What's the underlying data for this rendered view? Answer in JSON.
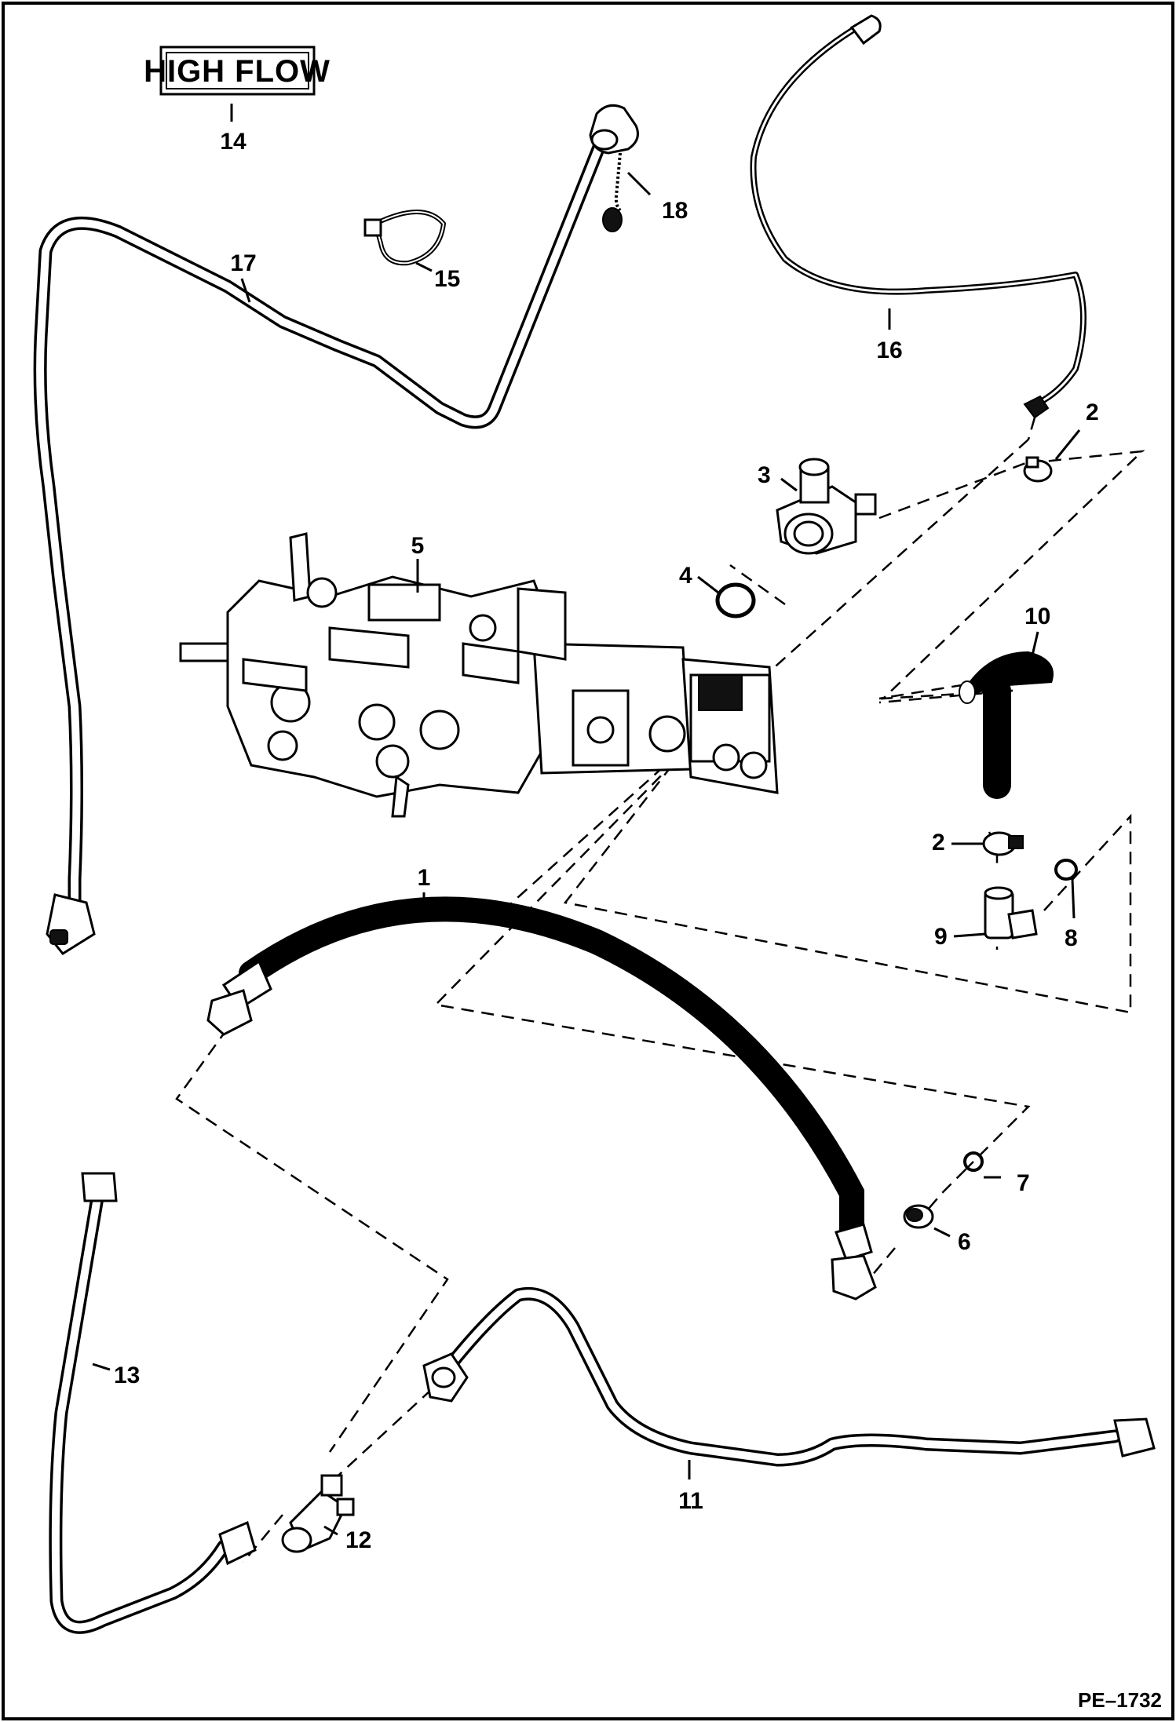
{
  "badge": {
    "text": "HIGH FLOW"
  },
  "figure_id": "PE–1732",
  "callouts": [
    {
      "id": "1",
      "label": "1"
    },
    {
      "id": "2a",
      "label": "2"
    },
    {
      "id": "2b",
      "label": "2"
    },
    {
      "id": "3",
      "label": "3"
    },
    {
      "id": "4",
      "label": "4"
    },
    {
      "id": "5",
      "label": "5"
    },
    {
      "id": "6",
      "label": "6"
    },
    {
      "id": "7",
      "label": "7"
    },
    {
      "id": "8",
      "label": "8"
    },
    {
      "id": "9",
      "label": "9"
    },
    {
      "id": "10",
      "label": "10"
    },
    {
      "id": "11",
      "label": "11"
    },
    {
      "id": "12",
      "label": "12"
    },
    {
      "id": "13",
      "label": "13"
    },
    {
      "id": "14",
      "label": "14"
    },
    {
      "id": "15",
      "label": "15"
    },
    {
      "id": "16",
      "label": "16"
    },
    {
      "id": "17",
      "label": "17"
    },
    {
      "id": "18",
      "label": "18"
    }
  ]
}
